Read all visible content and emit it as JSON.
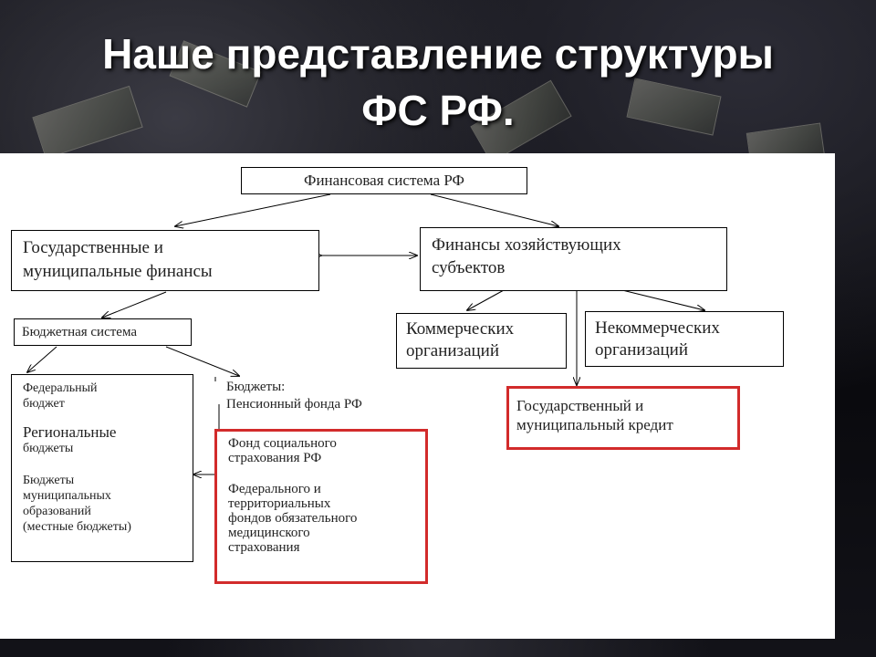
{
  "slide": {
    "title_line1": "Наше представление структуры",
    "title_line2": "ФС РФ."
  },
  "diagram": {
    "root": "Финансовая система РФ",
    "state_municipal": [
      "Государственные и",
      "муниципальные финансы"
    ],
    "business": [
      "Финансы хозяйствующих",
      "субъектов"
    ],
    "commercial": [
      "Коммерческих",
      "организаций"
    ],
    "noncommercial": [
      "Некоммерческих",
      "организаций"
    ],
    "budget_system": "Бюджетная система",
    "federal_budget": [
      "Федеральный",
      "бюджет"
    ],
    "regional_budgets": [
      "Региональные",
      "бюджеты"
    ],
    "municipal_budgets": [
      "Бюджеты",
      "муниципальных",
      "образований",
      "(местные бюджеты)"
    ],
    "budgets_funds": [
      "Бюджеты:",
      "Пенсионный фонда РФ"
    ],
    "social_insurance": [
      "Фонд социального",
      "страхования РФ"
    ],
    "medical_insurance": [
      "Федерального и",
      "территориальных",
      "фондов обязательного",
      "медицинского",
      "страхования"
    ],
    "state_credit": [
      "Государственный и",
      "муниципальный кредит"
    ]
  }
}
